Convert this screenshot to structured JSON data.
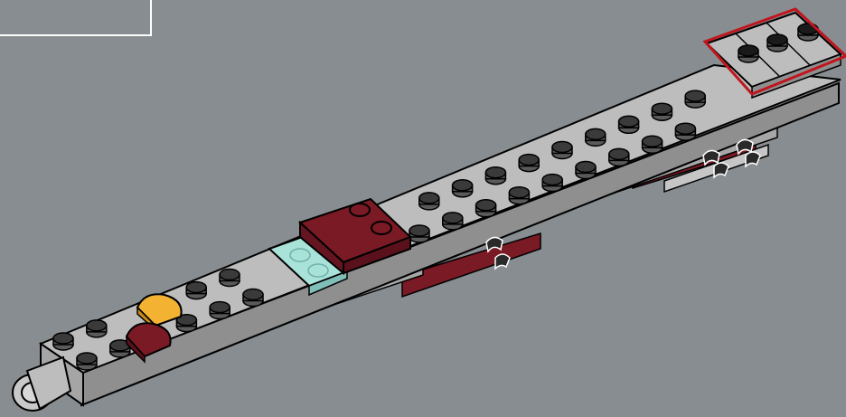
{
  "scene": {
    "background": "#878d90",
    "outline_color": "#000000",
    "highlight_color": "#c0151d",
    "callout_frame_color": "#ffffff",
    "parts": [
      {
        "name": "long-gray-plate",
        "color": "#b9b9b9"
      },
      {
        "name": "dark-red-brick",
        "color": "#7a1a24"
      },
      {
        "name": "trans-light-blue-tile",
        "color": "#a8e2d9"
      },
      {
        "name": "orange-round-tile",
        "color": "#f4b233"
      },
      {
        "name": "dark-red-round-tile",
        "color": "#7a1a24"
      },
      {
        "name": "black-clip",
        "color": "#2a2a2a"
      },
      {
        "name": "new-black-studs",
        "color": "#1a1a1a"
      },
      {
        "name": "bar-holder",
        "color": "#c9c9c9"
      }
    ],
    "step": {
      "highlighted_part": "new-black-studs",
      "new_part_count": 3
    }
  }
}
